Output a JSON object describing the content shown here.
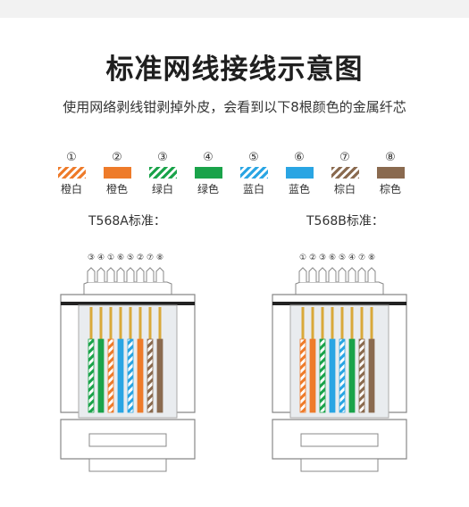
{
  "title": "标准网线接线示意图",
  "subtitle": "使用网络剥线钳剥掉外皮，会看到以下8根颜色的金属纤芯",
  "legend": [
    {
      "num": "①",
      "name": "橙白",
      "color": "#ee7b2a",
      "striped": true
    },
    {
      "num": "②",
      "name": "橙色",
      "color": "#ee7b2a",
      "striped": false
    },
    {
      "num": "③",
      "name": "绿白",
      "color": "#1aa34a",
      "striped": true
    },
    {
      "num": "④",
      "name": "绿色",
      "color": "#1aa34a",
      "striped": false
    },
    {
      "num": "⑤",
      "name": "蓝白",
      "color": "#2aa5e3",
      "striped": true
    },
    {
      "num": "⑥",
      "name": "蓝色",
      "color": "#2aa5e3",
      "striped": false
    },
    {
      "num": "⑦",
      "name": "棕白",
      "color": "#8a6a4f",
      "striped": true
    },
    {
      "num": "⑧",
      "name": "棕色",
      "color": "#8a6a4f",
      "striped": false
    }
  ],
  "standards": [
    {
      "label": "T568A标准：",
      "order": [
        "③",
        "④",
        "①",
        "⑥",
        "⑤",
        "②",
        "⑦",
        "⑧"
      ],
      "wires": [
        3,
        4,
        1,
        6,
        5,
        2,
        7,
        8
      ]
    },
    {
      "label": "T568B标准：",
      "order": [
        "①",
        "②",
        "③",
        "⑥",
        "⑤",
        "④",
        "⑦",
        "⑧"
      ],
      "wires": [
        1,
        2,
        3,
        6,
        5,
        4,
        7,
        8
      ]
    }
  ]
}
